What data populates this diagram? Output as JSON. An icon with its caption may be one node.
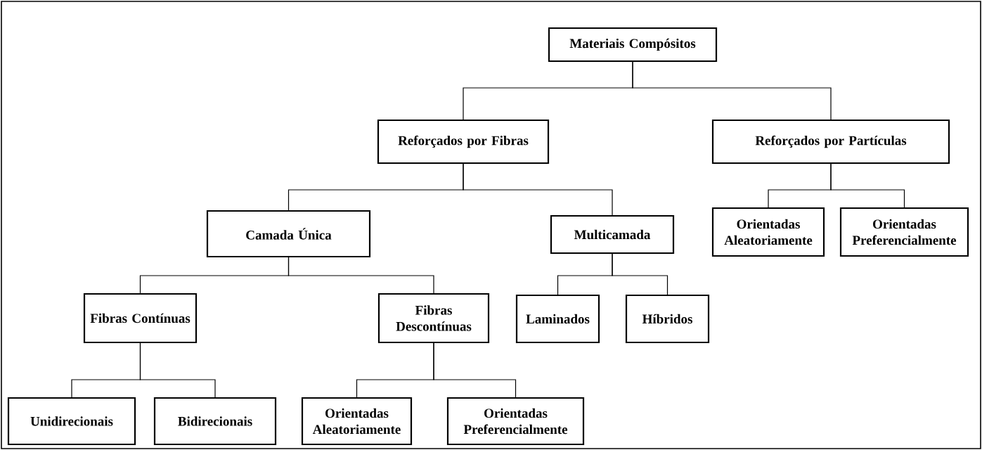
{
  "diagram": {
    "nodes": [
      {
        "text": [
          "Materiais Compósitos"
        ]
      },
      {
        "text": [
          "Reforçados por Fibras"
        ]
      },
      {
        "text": [
          "Reforçados por Partículas"
        ]
      },
      {
        "text": [
          "Camada Única"
        ]
      },
      {
        "text": [
          "Multicamada"
        ]
      },
      {
        "text": [
          "Orientadas Aleatoriamente"
        ]
      },
      {
        "text": [
          "Orientadas Preferencialmente"
        ]
      },
      {
        "text": [
          "Fibras Contínuas"
        ]
      },
      {
        "text": [
          "Fibras Descontínuas"
        ]
      },
      {
        "text": [
          "Laminados"
        ]
      },
      {
        "text": [
          "Híbridos"
        ]
      },
      {
        "text": [
          "Unidirecionais"
        ]
      },
      {
        "text": [
          "Bidirecionais"
        ]
      },
      {
        "text": [
          "Orientadas Aleatoriamente"
        ]
      },
      {
        "text": [
          "Orientadas Preferencialmente"
        ]
      }
    ],
    "edges": [
      {
        "from": 0,
        "to": 1,
        "arrow": "none"
      },
      {
        "from": 0,
        "to": 2,
        "arrow": "none"
      },
      {
        "from": 1,
        "to": 3,
        "arrow": "none"
      },
      {
        "from": 1,
        "to": 4,
        "arrow": "none"
      },
      {
        "from": 2,
        "to": 5,
        "arrow": "none"
      },
      {
        "from": 2,
        "to": 6,
        "arrow": "none"
      },
      {
        "from": 3,
        "to": 7,
        "arrow": "none"
      },
      {
        "from": 3,
        "to": 8,
        "arrow": "none"
      },
      {
        "from": 4,
        "to": 9,
        "arrow": "none"
      },
      {
        "from": 4,
        "to": 10,
        "arrow": "none"
      },
      {
        "from": 7,
        "to": 11,
        "arrow": "none"
      },
      {
        "from": 7,
        "to": 12,
        "arrow": "none"
      },
      {
        "from": 8,
        "to": 13,
        "arrow": "none"
      },
      {
        "from": 8,
        "to": 14,
        "arrow": "none"
      }
    ]
  }
}
